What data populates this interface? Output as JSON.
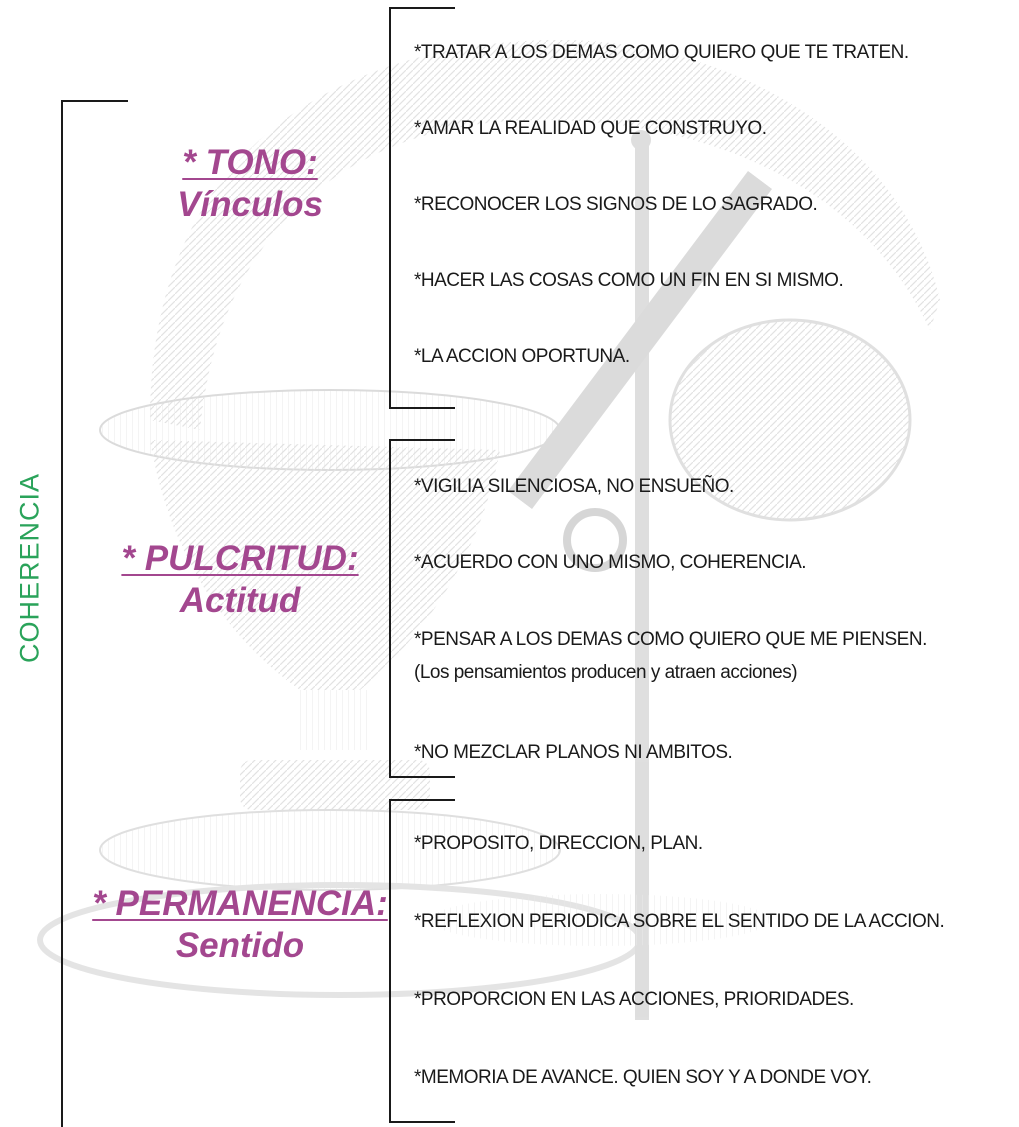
{
  "root_label": "COHERENCIA",
  "groups": [
    {
      "heading": "* TONO:",
      "subheading": "Vínculos",
      "items": [
        {
          "text": "*TRATAR A LOS DEMAS COMO QUIERO QUE TE TRATEN."
        },
        {
          "text": "*AMAR LA REALIDAD QUE CONSTRUYO."
        },
        {
          "text": "*RECONOCER LOS SIGNOS DE LO SAGRADO."
        },
        {
          "text": "*HACER LAS COSAS COMO UN FIN EN SI MISMO."
        },
        {
          "text": "*LA ACCION OPORTUNA."
        }
      ]
    },
    {
      "heading": "* PULCRITUD:",
      "subheading": "Actitud",
      "items": [
        {
          "text": "*VIGILIA SILENCIOSA, NO ENSUEÑO."
        },
        {
          "text": "*ACUERDO CON UNO MISMO, COHERENCIA."
        },
        {
          "text": "*PENSAR A LOS DEMAS COMO QUIERO QUE ME PIENSEN.",
          "note": "(Los pensamientos producen y atraen acciones)"
        },
        {
          "text": "*NO MEZCLAR PLANOS NI AMBITOS."
        }
      ]
    },
    {
      "heading": "* PERMANENCIA:",
      "subheading": "Sentido",
      "items": [
        {
          "text": "*PROPOSITO, DIRECCION, PLAN."
        },
        {
          "text": "*REFLEXION PERIODICA SOBRE EL SENTIDO DE LA ACCION."
        },
        {
          "text": "*PROPORCION EN LAS ACCIONES, PRIORIDADES."
        },
        {
          "text": "*MEMORIA DE AVANCE. QUIEN SOY Y A DONDE VOY."
        }
      ]
    }
  ],
  "colors": {
    "root_label": "#2aa35a",
    "headings": "#a3478f",
    "items": "#1a1a1a",
    "brackets": "#1a1a1a",
    "watermark": "#bdbdbd"
  }
}
